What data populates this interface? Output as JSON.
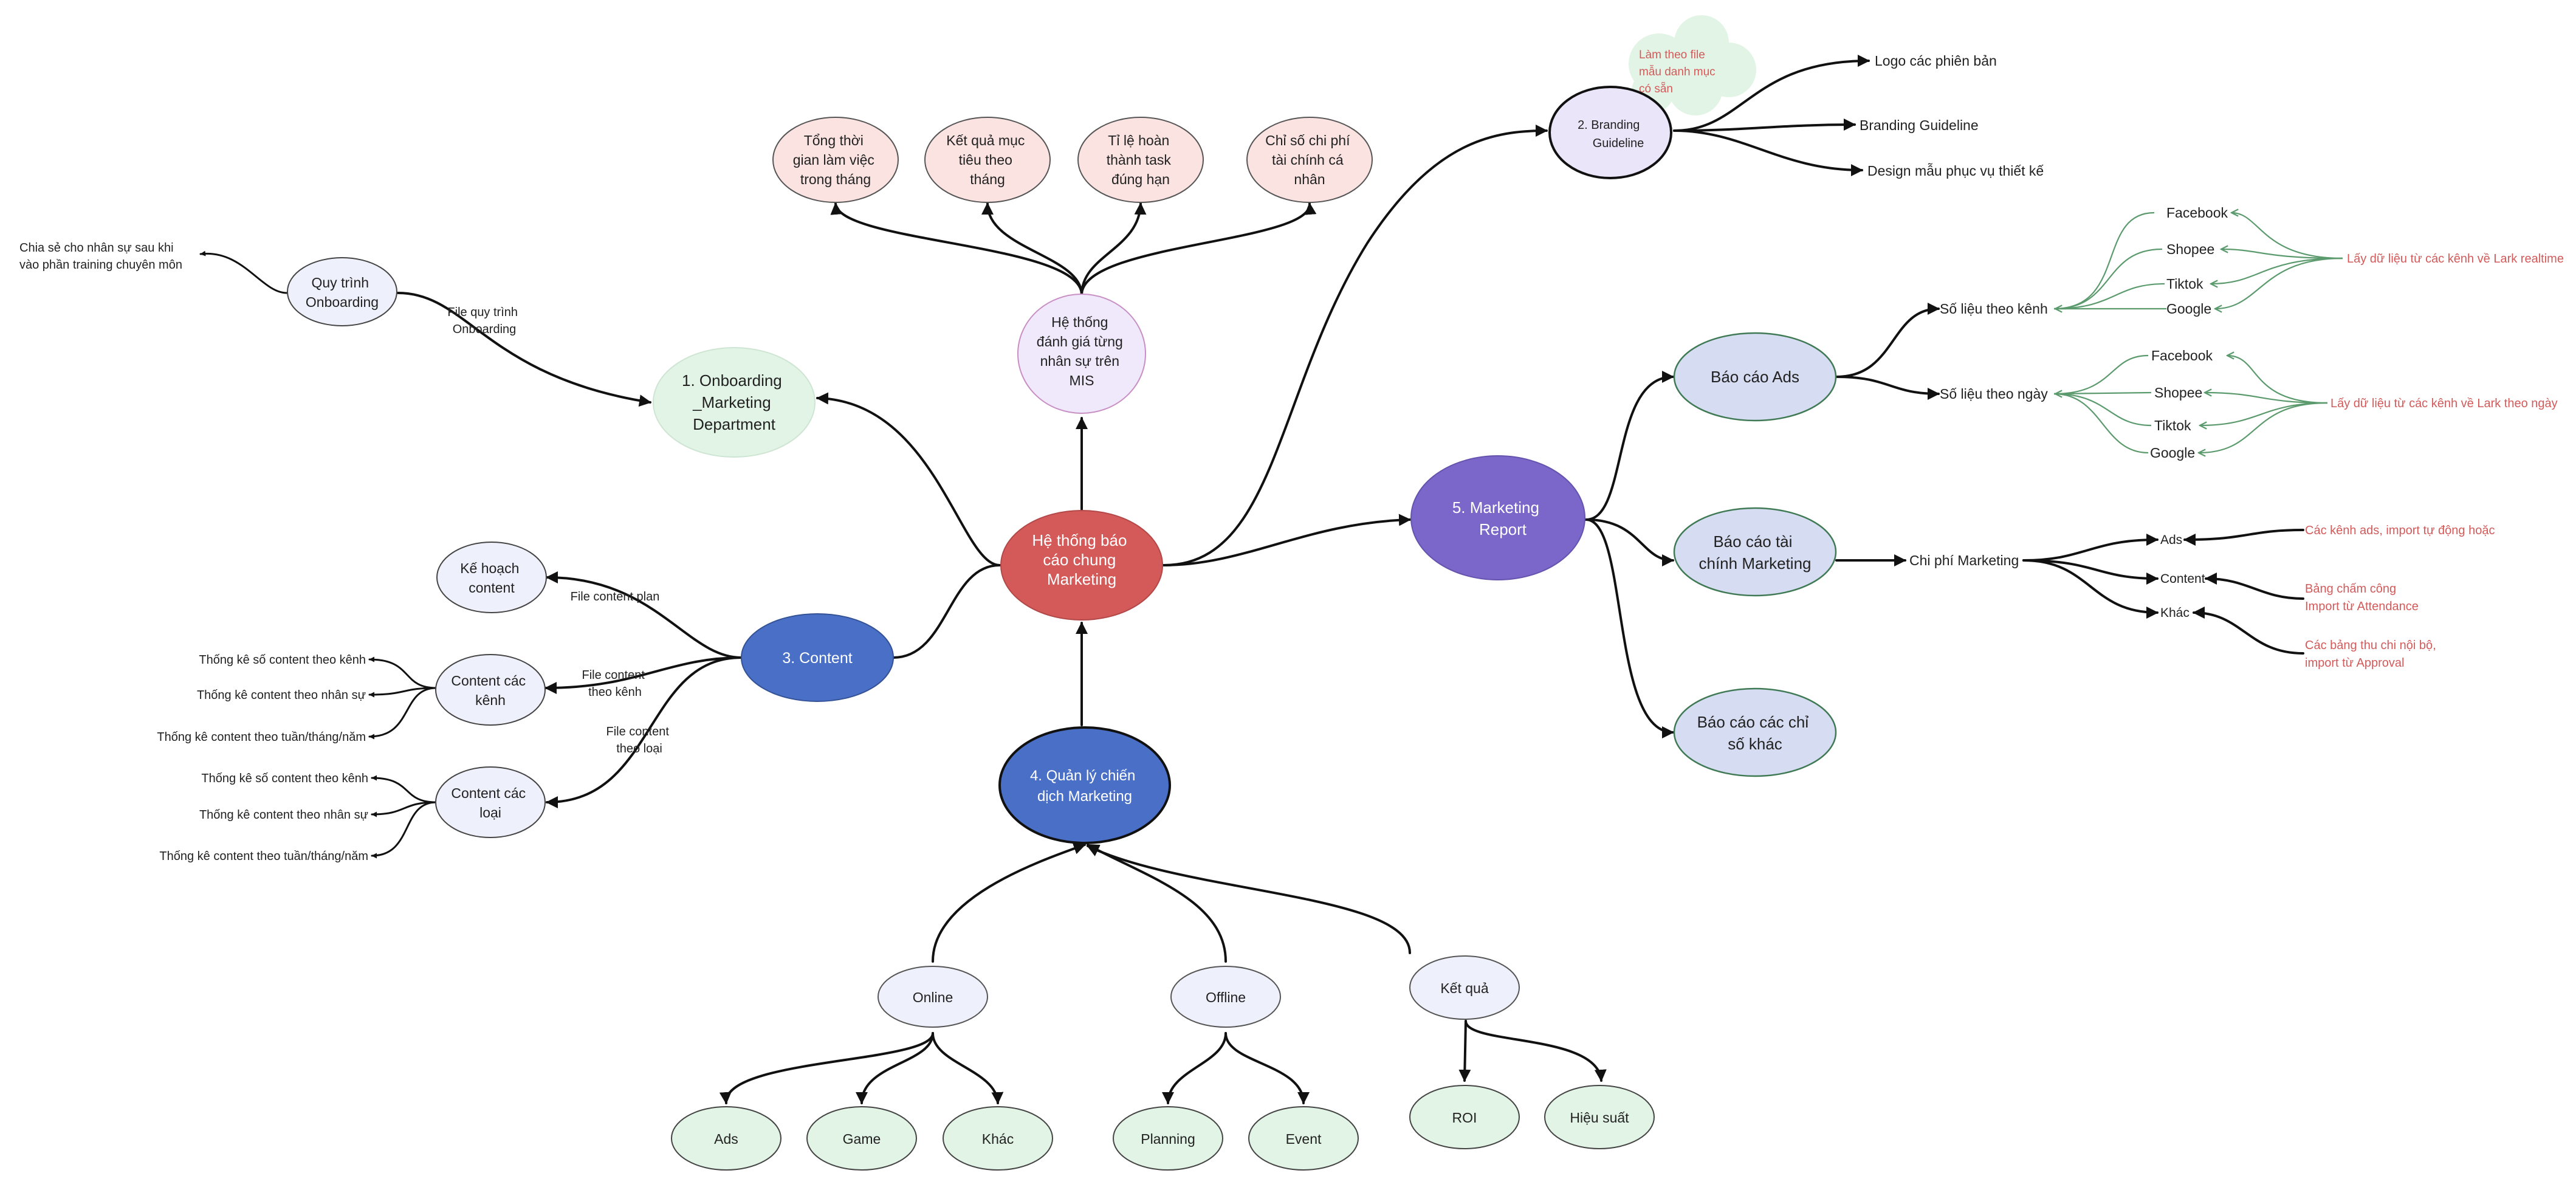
{
  "colors": {
    "center": "#d45a5a",
    "blue": "#4a6fc6",
    "purple": "#7b66c9",
    "pink": "#fbe3e2",
    "lavender": "#ebe5fa",
    "greenlight": "#e2f4e5",
    "periwinkle": "#d6dcf2",
    "pale": "#eef0fb",
    "red_text": "#d35a5a",
    "green_line": "#5b9a6d"
  },
  "center": {
    "lines": [
      "Hệ thống báo",
      "cáo chung",
      "Marketing"
    ]
  },
  "mis": {
    "lines": [
      "Hệ thống",
      "đánh giá từng",
      "nhân sự trên",
      "MIS"
    ],
    "items": [
      [
        "Tổng thời",
        "gian làm việc",
        "trong tháng"
      ],
      [
        "Kết quả mục",
        "tiêu theo",
        "tháng"
      ],
      [
        "Tỉ lệ hoàn",
        "thành task",
        "đúng hạn"
      ],
      [
        "Chỉ số chi phí",
        "tài chính cá",
        "nhân"
      ]
    ]
  },
  "onboarding": {
    "lines": [
      "1. Onboarding",
      "_Marketing",
      "Department"
    ],
    "process": [
      "Quy trình",
      "Onboarding"
    ],
    "edge_label": [
      "File quy trình",
      "Onboarding"
    ],
    "note": [
      "Chia sẻ cho nhân sự sau khi",
      "vào phần training chuyên môn"
    ]
  },
  "content": {
    "label": "3. Content",
    "plan": [
      "Kế hoạch",
      "content"
    ],
    "plan_edge": [
      "File content plan"
    ],
    "channels": [
      "Content các",
      "kênh"
    ],
    "channels_edge": [
      "File content",
      "theo kênh"
    ],
    "types": [
      "Content các",
      "loại"
    ],
    "types_edge": [
      "File content",
      "theo loại"
    ],
    "channel_stats": [
      "Thống kê số content theo kênh",
      "Thống kê content theo nhân sự",
      "Thống kê content theo tuần/tháng/năm"
    ],
    "type_stats": [
      "Thống kê số content theo kênh",
      "Thống kê content theo nhân sự",
      "Thống kê content theo tuần/tháng/năm"
    ]
  },
  "campaign": {
    "lines": [
      "4. Quản lý chiến",
      "dịch Marketing"
    ],
    "online": {
      "label": "Online",
      "children": [
        "Ads",
        "Game",
        "Khác"
      ]
    },
    "offline": {
      "label": "Offline",
      "children": [
        "Planning",
        "Event"
      ]
    },
    "results": {
      "label": "Kết quả",
      "children": [
        "ROI",
        "Hiệu suất"
      ]
    }
  },
  "branding": {
    "lines": [
      "2. Branding",
      "Guideline"
    ],
    "cloud": [
      "Làm theo file",
      "mẫu danh mục",
      "có sẵn"
    ],
    "items": [
      "Logo các phiên bản",
      "Branding Guideline",
      "Design mẫu phục vụ thiết kế"
    ]
  },
  "report": {
    "lines": [
      "5. Marketing",
      "Report"
    ],
    "ads": {
      "label": "Báo cáo Ads",
      "by_channel": "Số liệu theo kênh",
      "by_day": "Số liệu theo ngày",
      "platforms": [
        "Facebook",
        "Shopee",
        "Tiktok",
        "Google"
      ],
      "realtime_note": "Lấy dữ liệu từ các kênh về Lark realtime",
      "daily_note": "Lấy dữ liệu từ các kênh về Lark theo ngày"
    },
    "finance": {
      "lines": [
        "Báo cáo tài",
        "chính Marketing"
      ],
      "cost": "Chi phí Marketing",
      "items": [
        "Ads",
        "Content",
        "Khác"
      ],
      "notes": [
        [
          "Các kênh ads, import tự động hoặc"
        ],
        [
          "Bảng chấm công",
          "Import từ Attendance"
        ],
        [
          "Các bảng thu chi nội bộ,",
          "import từ Approval"
        ]
      ]
    },
    "other": {
      "lines": [
        "Báo cáo các chỉ",
        "số khác"
      ]
    }
  }
}
